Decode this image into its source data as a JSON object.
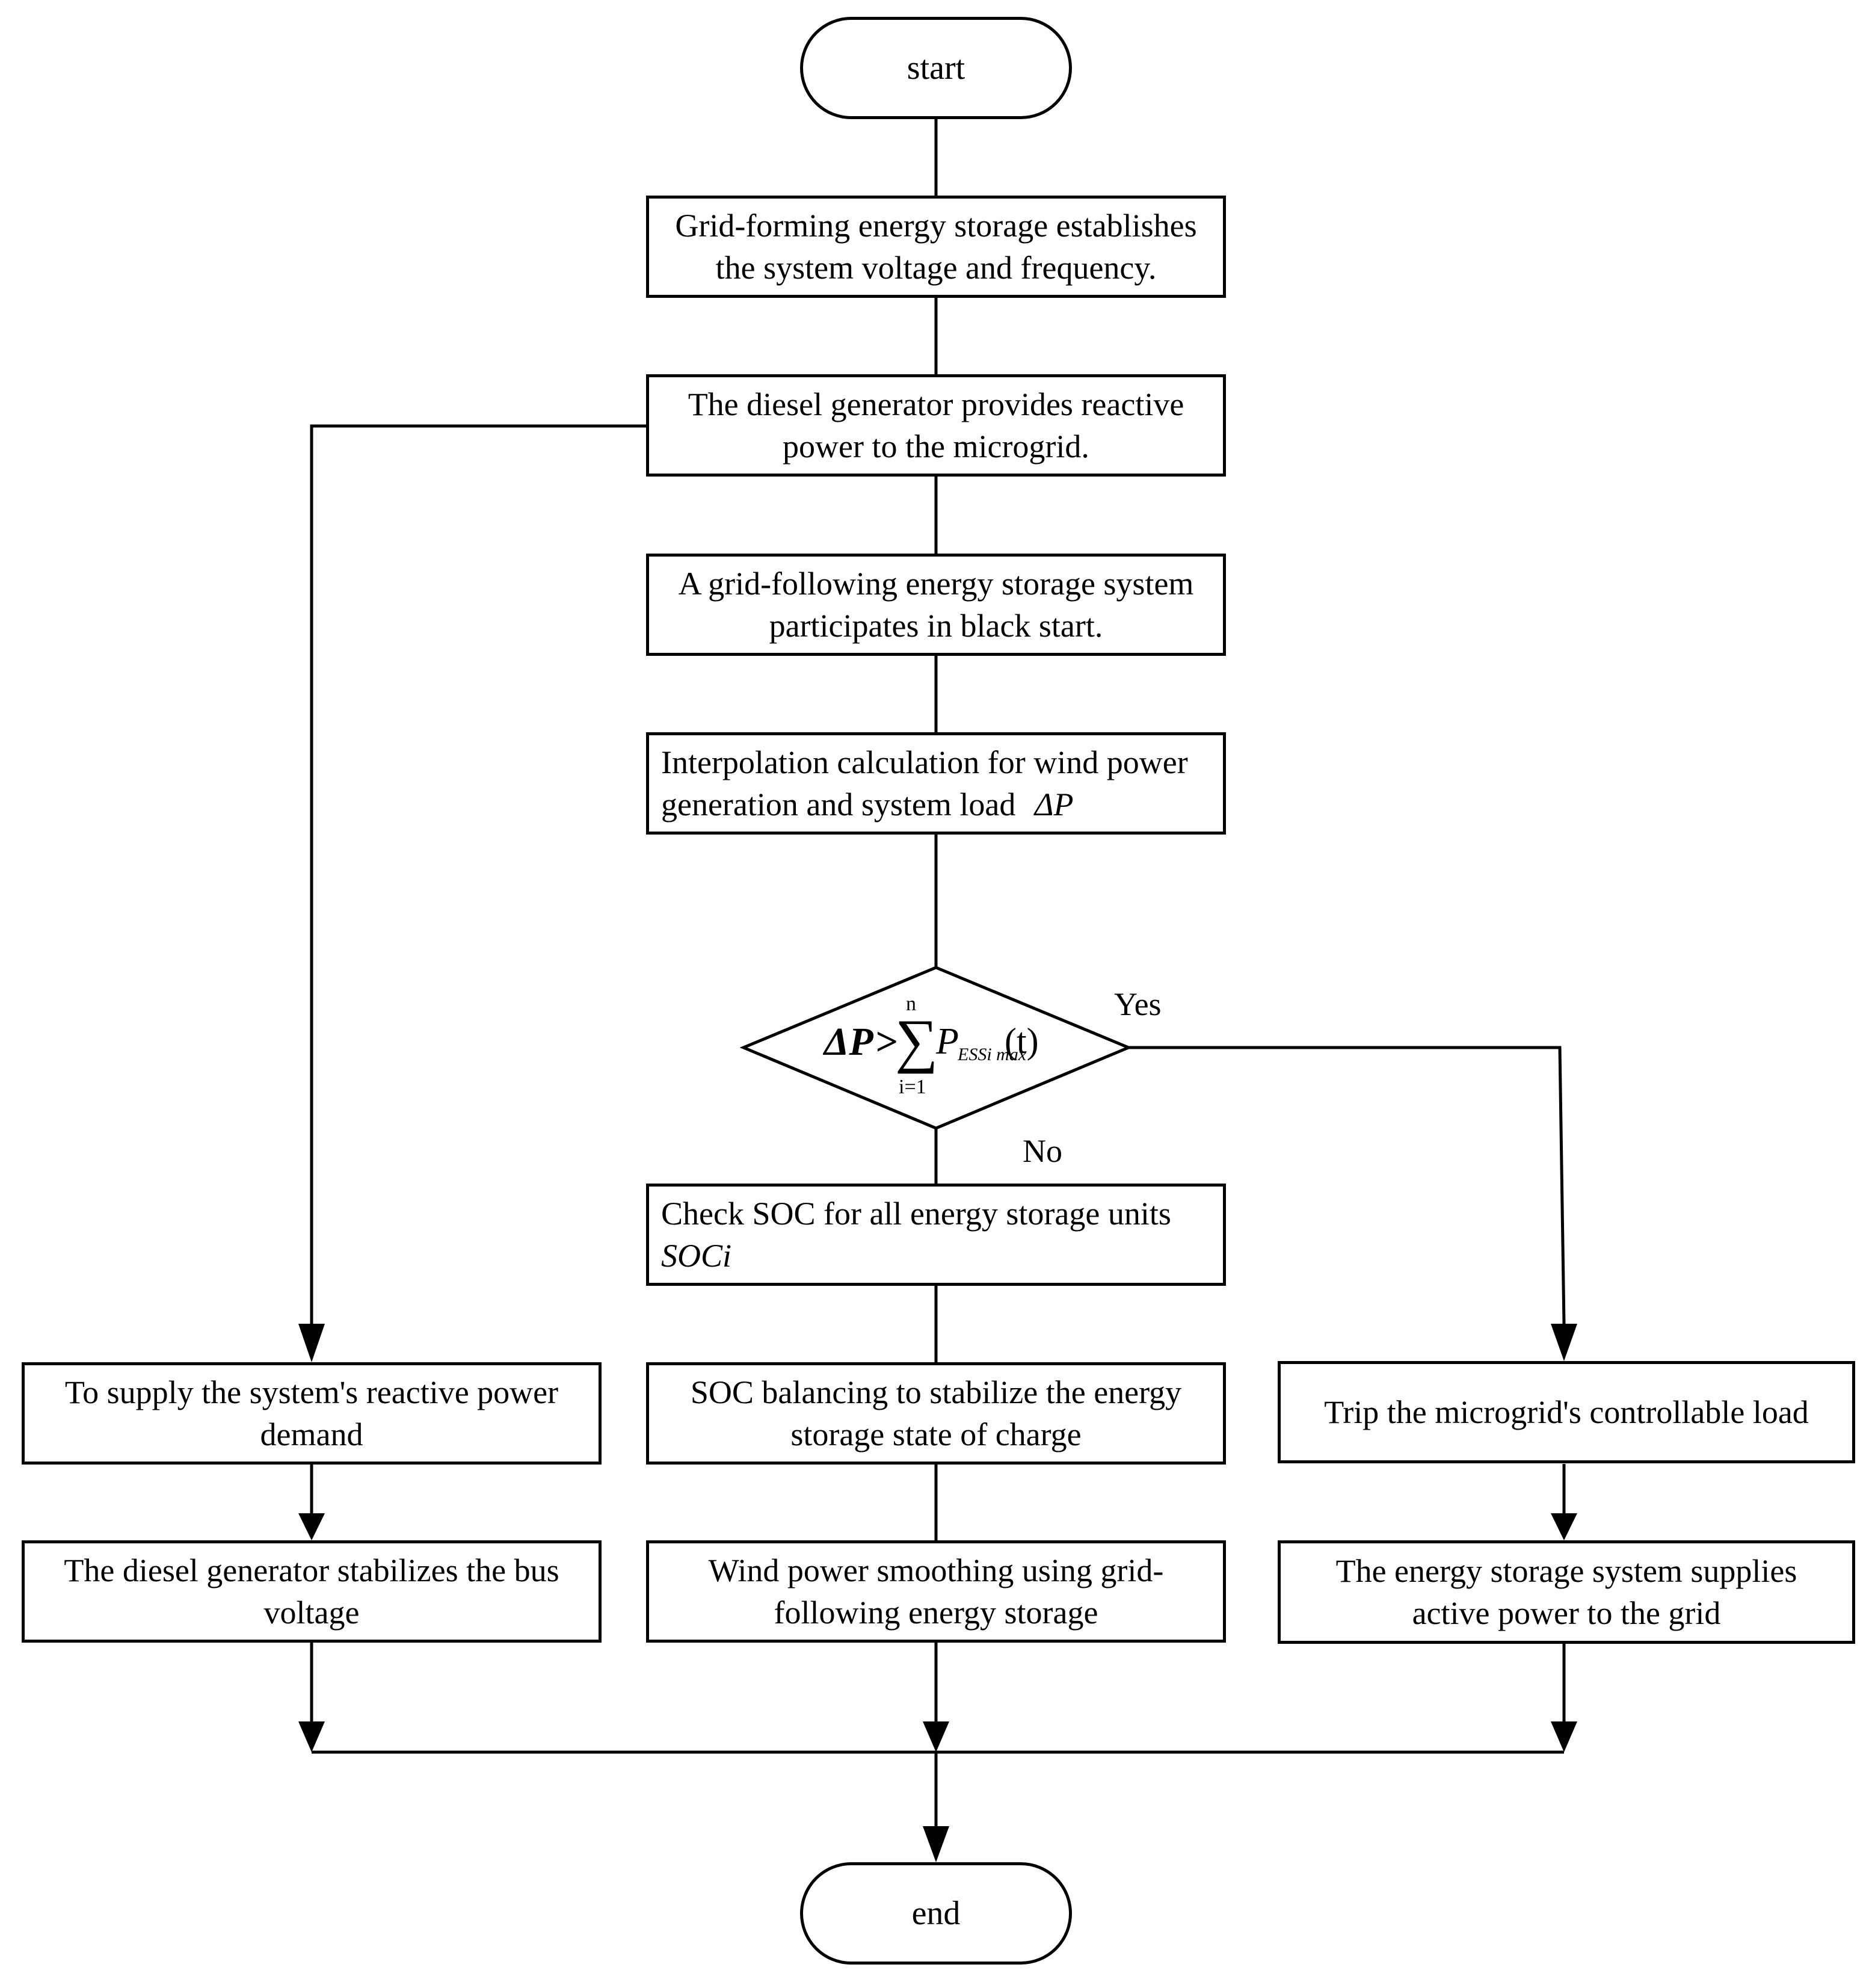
{
  "flowchart": {
    "start": "start",
    "end": "end",
    "step1": {
      "line1": "Grid-forming energy storage establishes",
      "line2": "the system voltage and frequency."
    },
    "step2": {
      "line1": "The diesel generator provides reactive",
      "line2": "power to the microgrid."
    },
    "step3": {
      "line1": "A grid-following energy storage system",
      "line2": "participates in black start."
    },
    "step4": {
      "line1": "Interpolation calculation for wind power",
      "line2": "generation and system load",
      "delta": "ΔP"
    },
    "decision": {
      "delta_p": "ΔP",
      "gt": ">",
      "sigma": "∑",
      "upper": "n",
      "lower": "i=1",
      "p": "P",
      "sub": "ESSi max",
      "t": "(t)",
      "yes": "Yes",
      "no": "No"
    },
    "check_soc": {
      "line1": "Check SOC for all energy storage units",
      "line2": "SOCi"
    },
    "soc_balance": {
      "line1": "SOC balancing to stabilize the energy",
      "line2": "storage state of charge"
    },
    "wind_smooth": {
      "line1": "Wind power smoothing using grid-",
      "line2": "following energy storage"
    },
    "reactive_supply": {
      "line1": "To supply the system's reactive power",
      "line2": "demand"
    },
    "diesel_bus": {
      "line1": "The diesel generator stabilizes the bus",
      "line2": "voltage"
    },
    "trip_load": {
      "line1": "Trip the microgrid's controllable load"
    },
    "ess_active": {
      "line1": "The energy storage system supplies",
      "line2": "active power to the grid"
    }
  }
}
